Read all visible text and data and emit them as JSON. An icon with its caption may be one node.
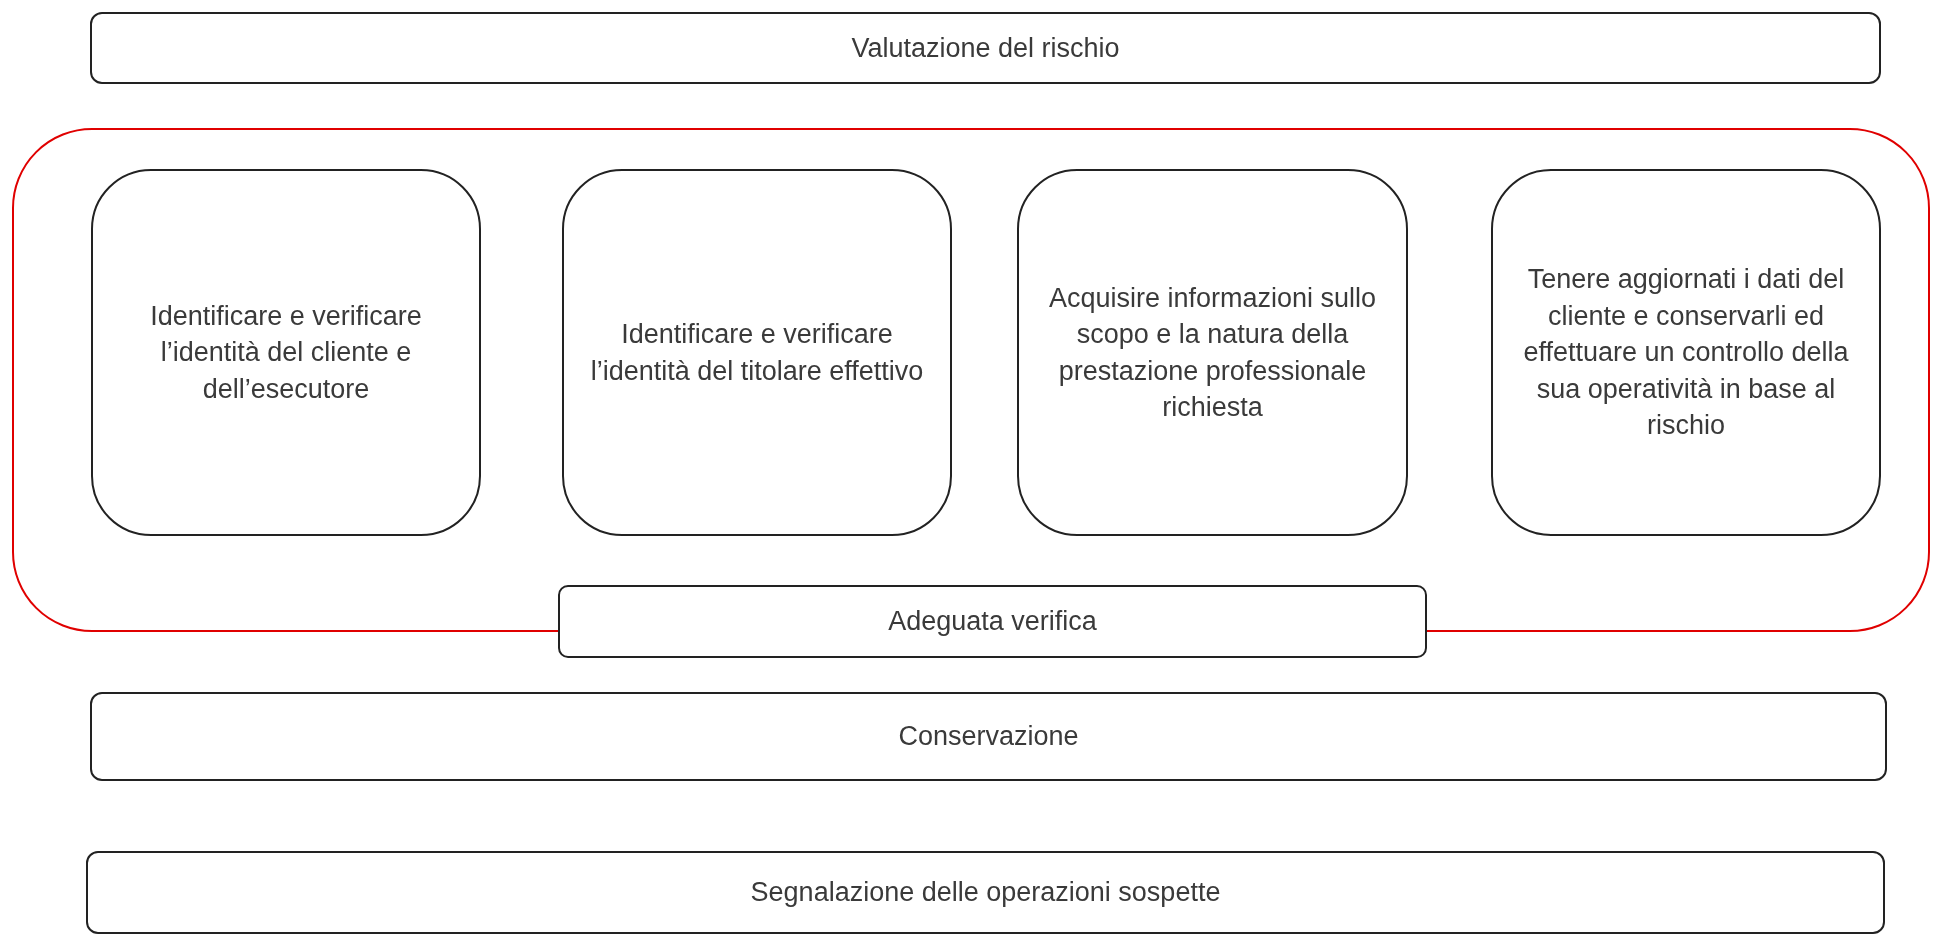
{
  "diagram": {
    "nodes": [
      {
        "text": [
          "Valutazione del rischio"
        ]
      },
      {
        "text": [
          "Adeguata verifica"
        ]
      },
      {
        "text": [
          "Identificare e verificare l’identità del cliente e dell’esecutore"
        ],
        "in": 1
      },
      {
        "text": [
          "Identificare e verificare l’identità del titolare effettivo"
        ],
        "in": 1
      },
      {
        "text": [
          "Acquisire informazioni sullo scopo e la natura della prestazione professionale richiesta"
        ],
        "in": 1
      },
      {
        "text": [
          "Tenere aggiornati i dati del cliente e conservarli ed effettuare un controllo della sua operatività in base al rischio"
        ],
        "in": 1
      },
      {
        "text": [
          "Conservazione"
        ]
      },
      {
        "text": [
          "Segnalazione delle operazioni sospette"
        ]
      }
    ],
    "edges": []
  }
}
